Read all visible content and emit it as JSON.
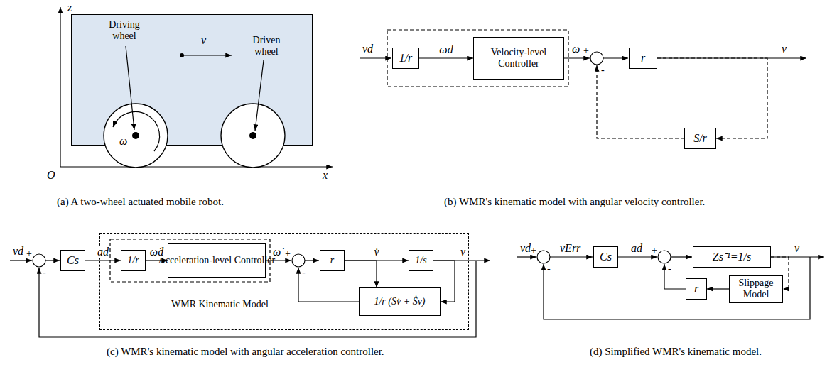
{
  "diagram": {
    "nodes": [
      {
        "text": [
          "Driving wheel",
          "Driven wheel"
        ]
      },
      {
        "text": [
          "1/r"
        ]
      },
      {
        "text": [
          "Velocity-level Controller"
        ]
      },
      {
        "text": [
          "r"
        ]
      },
      {
        "text": [
          "S/r"
        ]
      },
      {
        "text": [
          "Cs"
        ]
      },
      {
        "text": [
          "WMR Kinematic Model"
        ]
      },
      {
        "text": [
          "1/r"
        ],
        "in": 6
      },
      {
        "text": [
          "Acceleration-level Controller"
        ],
        "in": 6
      },
      {
        "text": [
          "r"
        ],
        "in": 6
      },
      {
        "text": [
          "1/s"
        ],
        "in": 6
      },
      {
        "text": [
          "1/r (Sv̇ + Ṡv)"
        ],
        "in": 6
      },
      {
        "text": [
          "Cs"
        ]
      },
      {
        "text": [
          "Zs⁻¹=1/s"
        ]
      },
      {
        "text": [
          "r"
        ]
      },
      {
        "text": [
          "Slippage Model"
        ]
      }
    ],
    "edges": [
      {
        "from": 1,
        "to": 2,
        "arrow": "to",
        "label": "ωd"
      },
      {
        "from": 3,
        "to": 4,
        "arrow": "to"
      },
      {
        "from": 5,
        "to": 7,
        "arrow": "to",
        "label": "ad"
      },
      {
        "from": 7,
        "to": 8,
        "arrow": "to",
        "label": "ω̇d"
      },
      {
        "from": 9,
        "to": 10,
        "arrow": "to",
        "label": "v̇"
      },
      {
        "from": 9,
        "to": 11,
        "arrow": "to"
      },
      {
        "from": 10,
        "to": 11,
        "arrow": "to"
      },
      {
        "from": 15,
        "to": 14,
        "arrow": "to"
      },
      {
        "from": 13,
        "to": 15,
        "arrow": "to"
      }
    ],
    "labels": [
      "z",
      "x",
      "O",
      "v",
      "ω",
      "(a) A two-wheel actuated mobile robot.",
      "vd",
      "ω",
      "+",
      "-",
      "v",
      "(b) WMR's kinematic model with angular velocity controller.",
      "vd",
      "+",
      "-",
      "ω̇",
      "+",
      "-",
      "v",
      "(c) WMR's kinematic model with angular acceleration controller.",
      "vd",
      "+",
      "-",
      "vErr",
      "ad",
      "+",
      "-",
      "v",
      "(d) Simplified WMR's kinematic model."
    ]
  }
}
